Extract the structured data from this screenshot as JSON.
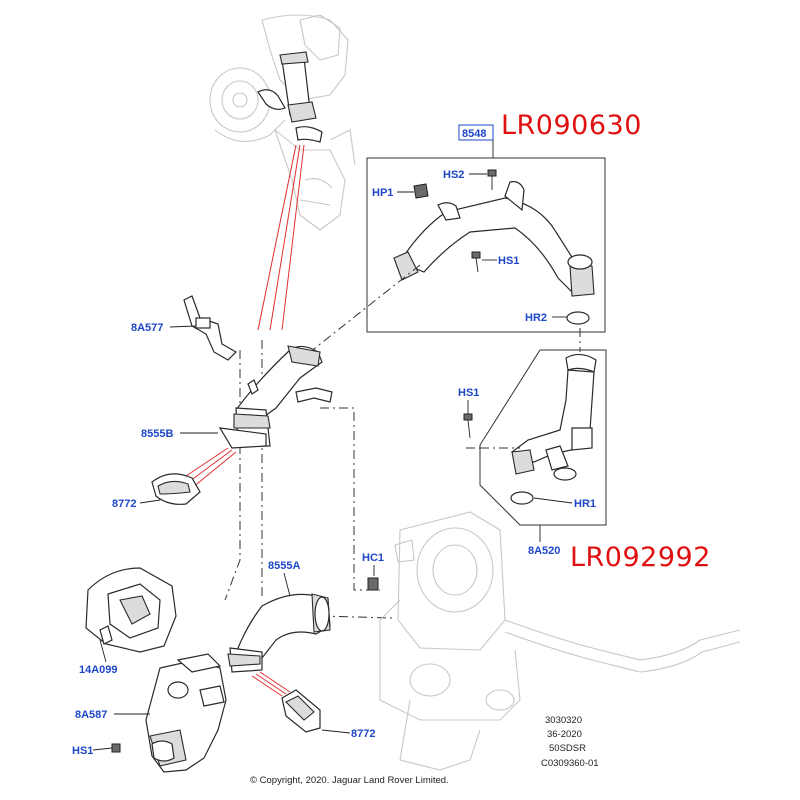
{
  "part_numbers": {
    "upper": "LR090630",
    "lower": "LR092992"
  },
  "callouts": {
    "c8548": "8548",
    "hs2": "HS2",
    "hp1": "HP1",
    "hs1_upper": "HS1",
    "hr2": "HR2",
    "hs1_mid": "HS1",
    "hr1": "HR1",
    "c8a520": "8A520",
    "c8a577": "8A577",
    "c8555b": "8555B",
    "c8772_upper": "8772",
    "hc1": "HC1",
    "c8555a": "8555A",
    "c14a099": "14A099",
    "c8a587": "8A587",
    "c8772_lower": "8772",
    "hs1_lower": "HS1"
  },
  "reference_codes": [
    "3030320",
    "36-2020",
    "50SDSR",
    "C0309360-01"
  ],
  "copyright": "© Copyright, 2020. Jaguar Land Rover Limited.",
  "colors": {
    "callout": "#1e46c8",
    "part_number": "#e01010",
    "ghost": "#c8c8c8"
  }
}
